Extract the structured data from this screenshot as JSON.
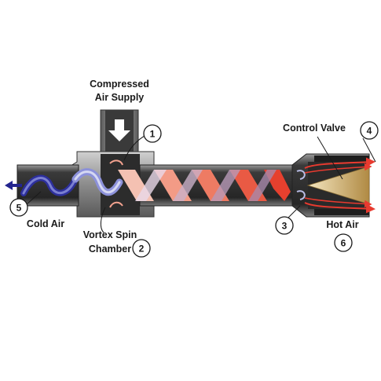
{
  "labels": {
    "compressed_line1": "Compressed",
    "compressed_line2": "Air Supply",
    "control_valve": "Control Valve",
    "cold_air": "Cold Air",
    "vortex_line1": "Vortex Spin",
    "vortex_line2": "Chamber",
    "hot_air": "Hot Air"
  },
  "callouts": [
    "1",
    "2",
    "3",
    "4",
    "5",
    "6"
  ],
  "colors": {
    "tube_body": "#2e2e2e",
    "tube_highlight": "#8a8a8a",
    "cold_flow": "#3b3ba8",
    "hot_flow": "#e83a2f",
    "valve_cone": "#c9a869",
    "outline": "#1a1a1a"
  }
}
